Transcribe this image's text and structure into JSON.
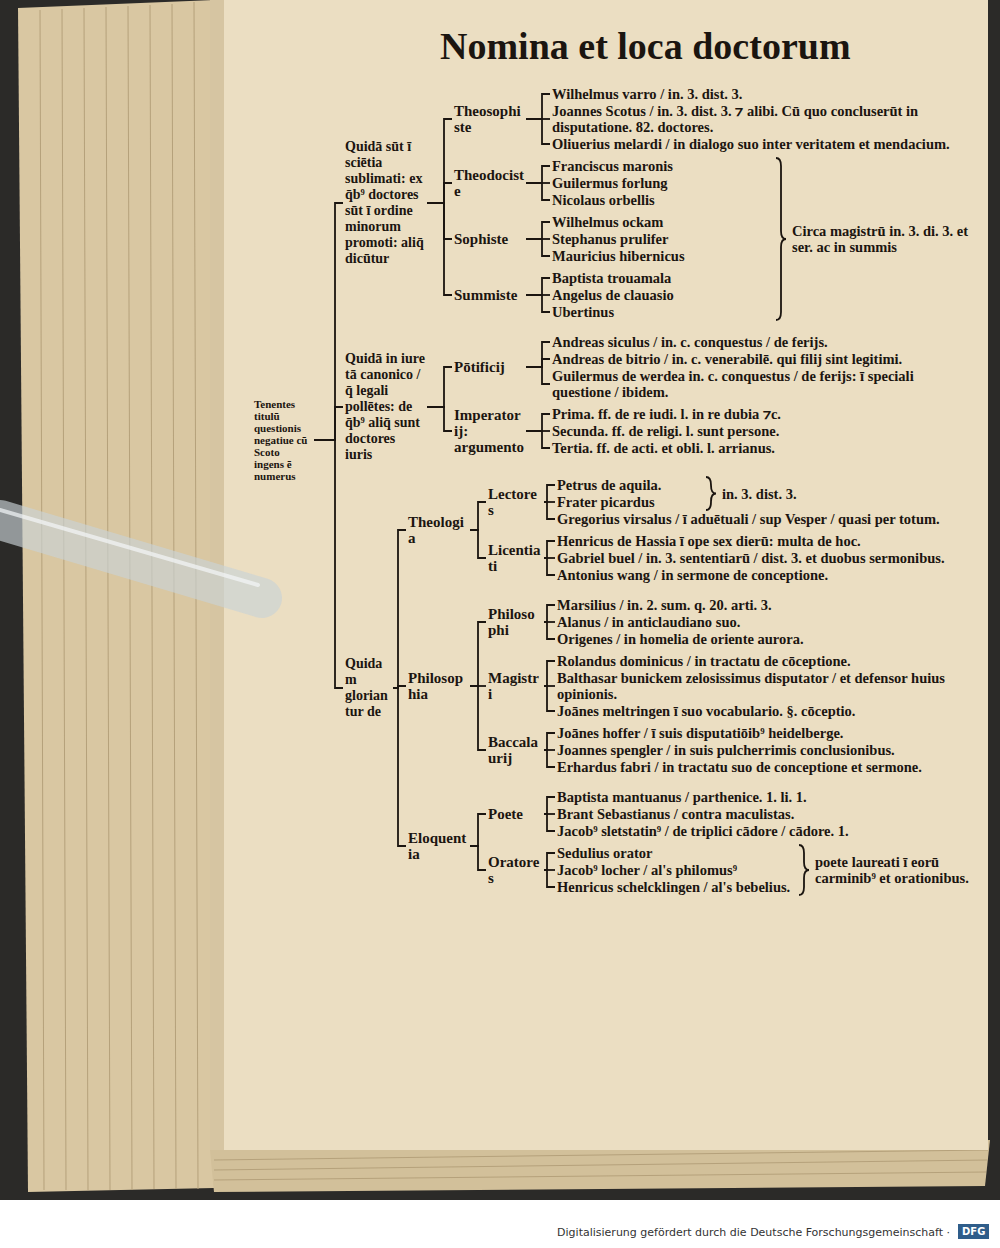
{
  "diagram": {
    "title": "Nomina et loca doctorum",
    "nodes": [
      {
        "text": [
          "Tenentes titulū questionis negatiue cū Scoto ingens ē numerus"
        ]
      },
      {
        "text": [
          "Quidā sūt ī sciētia sublimati: ex q̄b⁹ doctores sūt ī ordine minorum promoti: aliq̄ dicūtur"
        ]
      },
      {
        "text": [
          "Theosophiste"
        ]
      },
      {
        "text": [
          "Wilhelmus varro / in. 3. dist. 3."
        ]
      },
      {
        "text": [
          "Joannes Scotus / in. 3. dist. 3. ⁊ alibi. Cū quo concluserūt in disputatione. 82. doctores."
        ]
      },
      {
        "text": [
          "Oliuerius melardi / in dialogo suo inter veritatem et mendacium."
        ]
      },
      {
        "text": [
          "Theodociste"
        ]
      },
      {
        "text": [
          "Franciscus maronis"
        ]
      },
      {
        "text": [
          "Guilermus forlung"
        ]
      },
      {
        "text": [
          "Nicolaus orbellis"
        ]
      },
      {
        "text": [
          "Sophiste"
        ]
      },
      {
        "text": [
          "Wilhelmus ockam"
        ]
      },
      {
        "text": [
          "Stephanus prulifer"
        ]
      },
      {
        "text": [
          "Mauricius hibernicus"
        ]
      },
      {
        "text": [
          "Summiste"
        ]
      },
      {
        "text": [
          "Baptista trouamala"
        ]
      },
      {
        "text": [
          "Angelus de clauasio"
        ]
      },
      {
        "text": [
          "Ubertinus"
        ]
      },
      {
        "text": [
          "Quidā in iure tā canonico / q̄ legali pollētes: de q̄b⁹ aliq̄ sunt doctores iuris"
        ]
      },
      {
        "text": [
          "Pōtificij"
        ]
      },
      {
        "text": [
          "Andreas siculus / in. c. conquestus / de ferijs."
        ]
      },
      {
        "text": [
          "Andreas de bitrio / in. c. venerabilē. qui filij sint legitimi."
        ]
      },
      {
        "text": [
          "Guilermus de werdea in. c. conquestus / de ferijs: ī speciali questione / ibidem."
        ]
      },
      {
        "text": [
          "Imperatorij: argumento"
        ]
      },
      {
        "text": [
          "Prima. ff. de re iudi. l. in re dubia ⁊c."
        ]
      },
      {
        "text": [
          "Secunda. ff. de religi. l. sunt persone."
        ]
      },
      {
        "text": [
          "Tertia. ff. de acti. et obli. l. arrianus."
        ]
      },
      {
        "text": [
          "Quidam gloriantur de"
        ]
      },
      {
        "text": [
          "Theologia"
        ]
      },
      {
        "text": [
          "Lectores"
        ]
      },
      {
        "text": [
          "Petrus de aquila."
        ]
      },
      {
        "text": [
          "Frater picardus"
        ]
      },
      {
        "text": [
          "Gregorius virsalus / ī aduētuali / sup Vesper / quasi per totum."
        ]
      },
      {
        "text": [
          "Licentiati"
        ]
      },
      {
        "text": [
          "Henricus de Hassia ī ope sex dierū: multa de hoc."
        ]
      },
      {
        "text": [
          "Gabriel buel / in. 3. sententiarū / dist. 3. et duobus sermonibus."
        ]
      },
      {
        "text": [
          "Antonius wang / in sermone de conceptione."
        ]
      },
      {
        "text": [
          "Philosophia"
        ]
      },
      {
        "text": [
          "Philosophi"
        ]
      },
      {
        "text": [
          "Marsilius / in. 2. sum. q. 20. arti. 3."
        ]
      },
      {
        "text": [
          "Alanus / in anticlaudiano suo."
        ]
      },
      {
        "text": [
          "Origenes / in homelia de oriente aurora."
        ]
      },
      {
        "text": [
          "Magistri"
        ]
      },
      {
        "text": [
          "Rolandus dominicus / in tractatu de cōceptione."
        ]
      },
      {
        "text": [
          "Balthasar bunickem zelosissimus disputator / et defensor huius opinionis."
        ]
      },
      {
        "text": [
          "Joānes meltringen ī suo vocabulario. §. cōceptio."
        ]
      },
      {
        "text": [
          "Baccalaurij"
        ]
      },
      {
        "text": [
          "Joānes hoffer / ī suis disputatiōib⁹ heidelberge."
        ]
      },
      {
        "text": [
          "Joannes spengler / in suis pulcherrimis conclusionibus."
        ]
      },
      {
        "text": [
          "Erhardus fabri / in tractatu suo de conceptione et sermone."
        ]
      },
      {
        "text": [
          "Eloquentia"
        ]
      },
      {
        "text": [
          "Poete"
        ]
      },
      {
        "text": [
          "Baptista mantuanus / parthenice. 1. li. 1."
        ]
      },
      {
        "text": [
          "Brant Sebastianus / contra maculistas."
        ]
      },
      {
        "text": [
          "Jacob⁹ sletstatin⁹ / de triplici cādore / cādore. 1."
        ]
      },
      {
        "text": [
          "Oratores"
        ]
      },
      {
        "text": [
          "Sedulius orator"
        ]
      },
      {
        "text": [
          "Jacob⁹ locher / al's philomus⁹"
        ]
      },
      {
        "text": [
          "Henricus schelcklingen / al's bebelius."
        ]
      }
    ],
    "edges": [
      {
        "from": 0,
        "to": 1,
        "arrow": "none"
      },
      {
        "from": 0,
        "to": 18,
        "arrow": "none"
      },
      {
        "from": 0,
        "to": 27,
        "arrow": "none"
      },
      {
        "from": 1,
        "to": 2,
        "arrow": "none"
      },
      {
        "from": 1,
        "to": 6,
        "arrow": "none"
      },
      {
        "from": 1,
        "to": 10,
        "arrow": "none"
      },
      {
        "from": 1,
        "to": 14,
        "arrow": "none"
      },
      {
        "from": 2,
        "to": 3,
        "arrow": "none"
      },
      {
        "from": 2,
        "to": 4,
        "arrow": "none"
      },
      {
        "from": 2,
        "to": 5,
        "arrow": "none"
      },
      {
        "from": 6,
        "to": 7,
        "arrow": "none"
      },
      {
        "from": 6,
        "to": 8,
        "arrow": "none"
      },
      {
        "from": 6,
        "to": 9,
        "arrow": "none"
      },
      {
        "from": 10,
        "to": 11,
        "arrow": "none"
      },
      {
        "from": 10,
        "to": 12,
        "arrow": "none"
      },
      {
        "from": 10,
        "to": 13,
        "arrow": "none"
      },
      {
        "from": 14,
        "to": 15,
        "arrow": "none"
      },
      {
        "from": 14,
        "to": 16,
        "arrow": "none"
      },
      {
        "from": 14,
        "to": 17,
        "arrow": "none"
      },
      {
        "from": 18,
        "to": 19,
        "arrow": "none"
      },
      {
        "from": 18,
        "to": 23,
        "arrow": "none"
      },
      {
        "from": 19,
        "to": 20,
        "arrow": "none"
      },
      {
        "from": 19,
        "to": 21,
        "arrow": "none"
      },
      {
        "from": 19,
        "to": 22,
        "arrow": "none"
      },
      {
        "from": 23,
        "to": 24,
        "arrow": "none"
      },
      {
        "from": 23,
        "to": 25,
        "arrow": "none"
      },
      {
        "from": 23,
        "to": 26,
        "arrow": "none"
      },
      {
        "from": 27,
        "to": 28,
        "arrow": "none"
      },
      {
        "from": 27,
        "to": 37,
        "arrow": "none"
      },
      {
        "from": 27,
        "to": 50,
        "arrow": "none"
      },
      {
        "from": 28,
        "to": 29,
        "arrow": "none"
      },
      {
        "from": 28,
        "to": 33,
        "arrow": "none"
      },
      {
        "from": 29,
        "to": 30,
        "arrow": "none"
      },
      {
        "from": 29,
        "to": 31,
        "arrow": "none"
      },
      {
        "from": 29,
        "to": 32,
        "arrow": "none"
      },
      {
        "from": 33,
        "to": 34,
        "arrow": "none"
      },
      {
        "from": 33,
        "to": 35,
        "arrow": "none"
      },
      {
        "from": 33,
        "to": 36,
        "arrow": "none"
      },
      {
        "from": 37,
        "to": 38,
        "arrow": "none"
      },
      {
        "from": 37,
        "to": 42,
        "arrow": "none"
      },
      {
        "from": 37,
        "to": 46,
        "arrow": "none"
      },
      {
        "from": 38,
        "to": 39,
        "arrow": "none"
      },
      {
        "from": 38,
        "to": 40,
        "arrow": "none"
      },
      {
        "from": 38,
        "to": 41,
        "arrow": "none"
      },
      {
        "from": 42,
        "to": 43,
        "arrow": "none"
      },
      {
        "from": 42,
        "to": 44,
        "arrow": "none"
      },
      {
        "from": 42,
        "to": 45,
        "arrow": "none"
      },
      {
        "from": 46,
        "to": 47,
        "arrow": "none"
      },
      {
        "from": 46,
        "to": 48,
        "arrow": "none"
      },
      {
        "from": 46,
        "to": 49,
        "arrow": "none"
      },
      {
        "from": 50,
        "to": 51,
        "arrow": "none"
      },
      {
        "from": 50,
        "to": 55,
        "arrow": "none"
      },
      {
        "from": 51,
        "to": 52,
        "arrow": "none"
      },
      {
        "from": 51,
        "to": 53,
        "arrow": "none"
      },
      {
        "from": 51,
        "to": 54,
        "arrow": "none"
      },
      {
        "from": 55,
        "to": 56,
        "arrow": "none"
      },
      {
        "from": 55,
        "to": 57,
        "arrow": "none"
      },
      {
        "from": 55,
        "to": 58,
        "arrow": "none"
      }
    ],
    "labels": [
      "Circa magistrū in. 3. di. 3. et ser. ac in summis",
      "in. 3. dist. 3.",
      "poete laureati ī eorū carminib⁹ et orationibus.",
      "Digitalisierung gefördert durch die Deutsche Forschungsgemeinschaft ·",
      "DFG"
    ]
  }
}
